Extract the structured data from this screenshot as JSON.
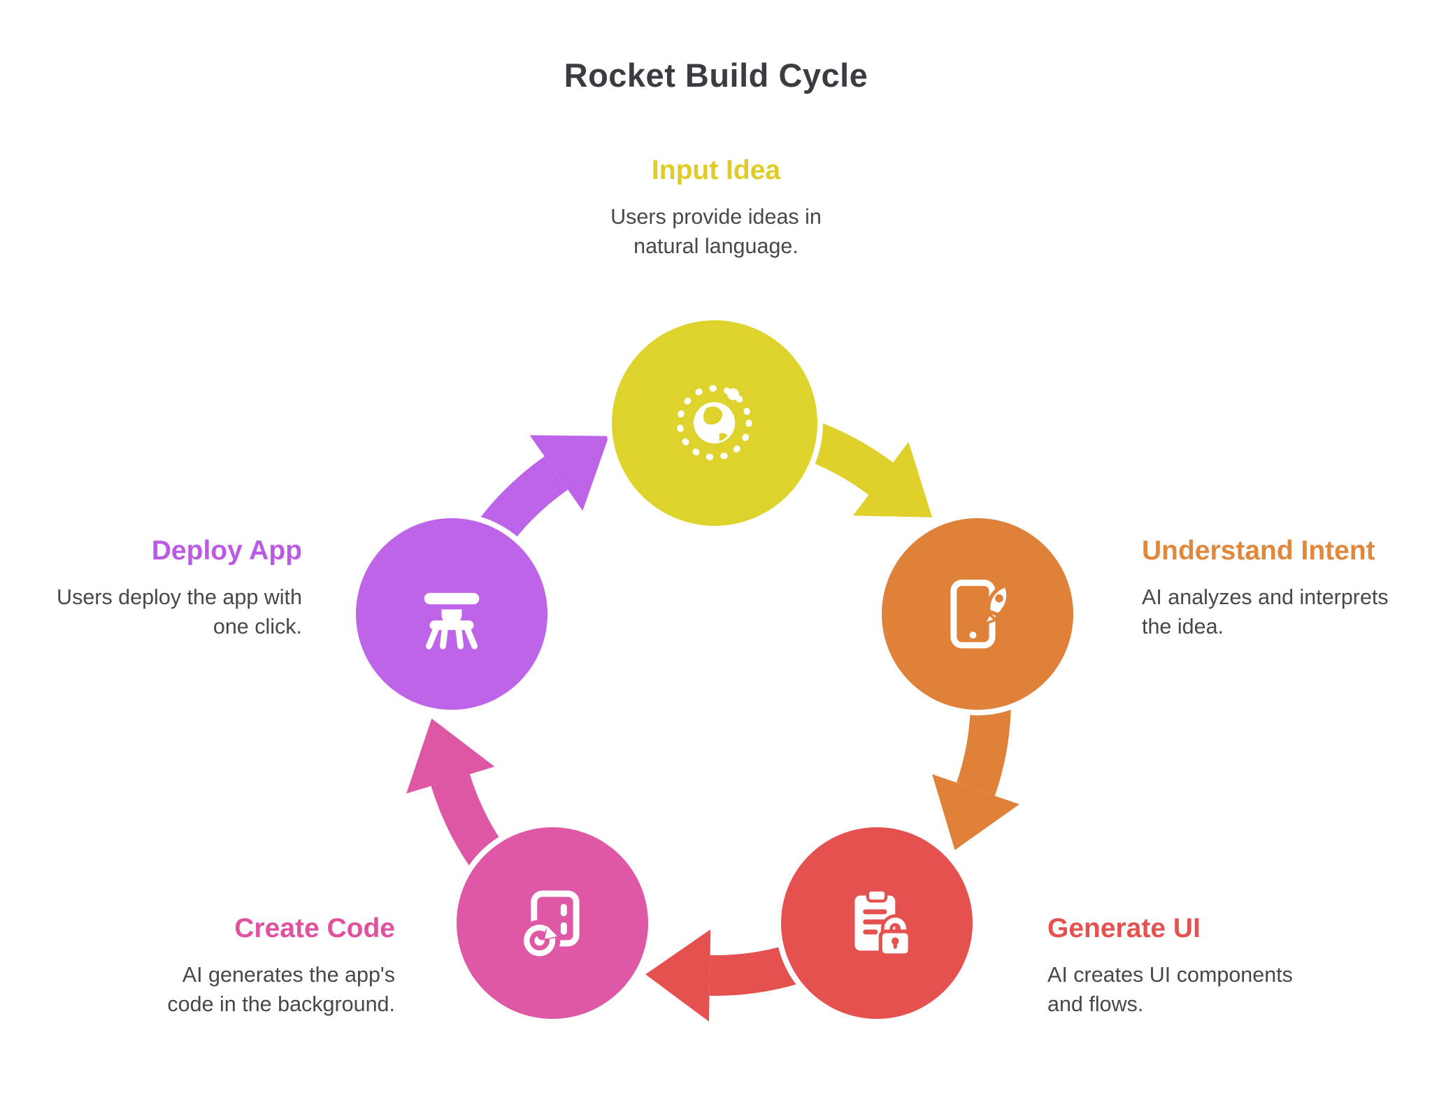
{
  "title": "Rocket Build Cycle",
  "nodes": [
    {
      "id": "input-idea",
      "label": "Input Idea",
      "description": "Users provide ideas in\nnatural language.",
      "label_color": "#e1cb26",
      "circle_color": "#ddd32c",
      "arrow_color": "#e0d02b",
      "icon": "globe-dotted-icon"
    },
    {
      "id": "understand-intent",
      "label": "Understand Intent",
      "description": "AI analyzes and interprets\nthe idea.",
      "label_color": "#e0883c",
      "circle_color": "#df8139",
      "arrow_color": "#e0813a",
      "icon": "rocket-phone-icon"
    },
    {
      "id": "generate-ui",
      "label": "Generate UI",
      "description": "AI creates UI components\nand flows.",
      "label_color": "#e5514e",
      "circle_color": "#e5514f",
      "arrow_color": "#e5514f",
      "icon": "clipboard-lock-icon"
    },
    {
      "id": "create-code",
      "label": "Create Code",
      "description": "AI generates the app's\ncode in the background.",
      "label_color": "#e0519f",
      "circle_color": "#de58a6",
      "arrow_color": "#de57a5",
      "icon": "window-refresh-icon"
    },
    {
      "id": "deploy-app",
      "label": "Deploy App",
      "description": "Users deploy the app with\none click.",
      "label_color": "#bb5be5",
      "circle_color": "#bd64e8",
      "arrow_color": "#bc63e8",
      "icon": "table-icon"
    }
  ]
}
